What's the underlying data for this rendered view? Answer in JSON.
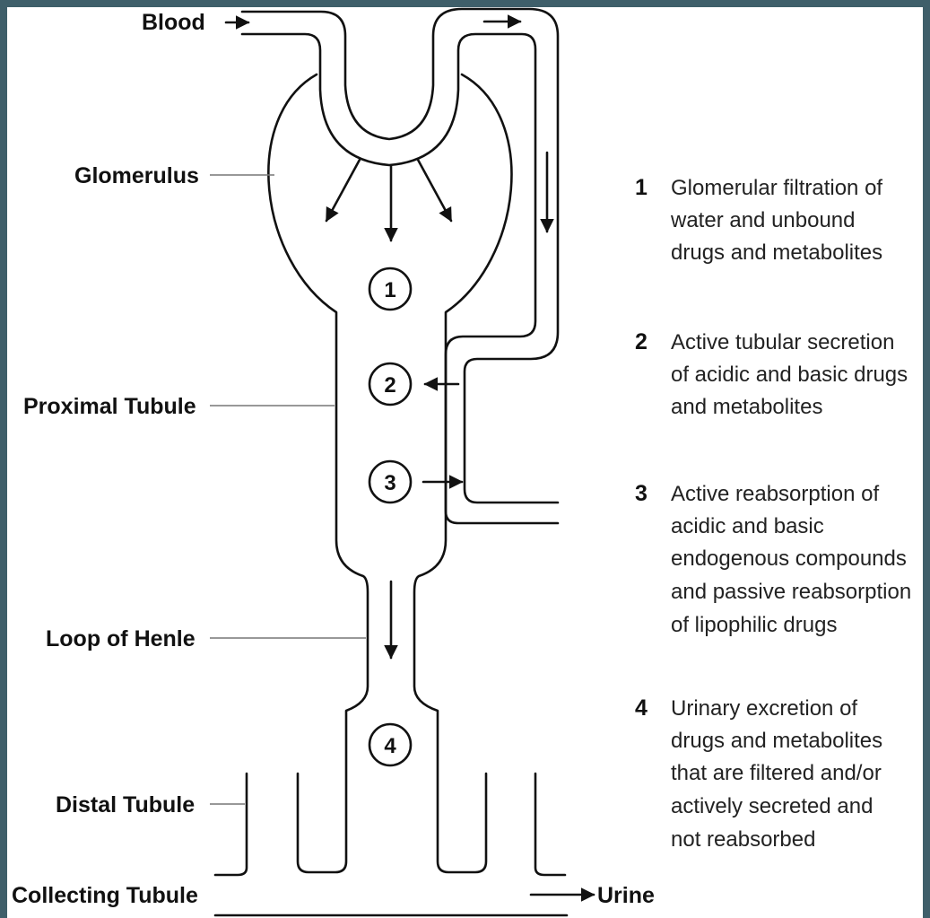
{
  "labels": {
    "blood": "Blood",
    "glomerulus": "Glomerulus",
    "proximal_tubule": "Proximal Tubule",
    "loop_of_henle": "Loop of Henle",
    "distal_tubule": "Distal Tubule",
    "collecting_tubule": "Collecting Tubule",
    "urine": "Urine"
  },
  "steps": [
    "1",
    "2",
    "3",
    "4"
  ],
  "legend": [
    {
      "num": "1",
      "lines": [
        "Glomerular filtration of",
        "water and unbound",
        "drugs and metabolites"
      ]
    },
    {
      "num": "2",
      "lines": [
        "Active tubular secretion",
        "of acidic and basic drugs",
        "and metabolites"
      ]
    },
    {
      "num": "3",
      "lines": [
        "Active reabsorption of",
        "acidic and basic",
        "endogenous compounds",
        "and passive reabsorption",
        "of lipophilic drugs"
      ]
    },
    {
      "num": "4",
      "lines": [
        "Urinary excretion of",
        "drugs and metabolites",
        "that are filtered and/or",
        "actively secreted and",
        "not reabsorbed"
      ]
    }
  ],
  "colors": {
    "frame": "#3f5f6a",
    "line": "#111111",
    "leader": "#777777"
  }
}
